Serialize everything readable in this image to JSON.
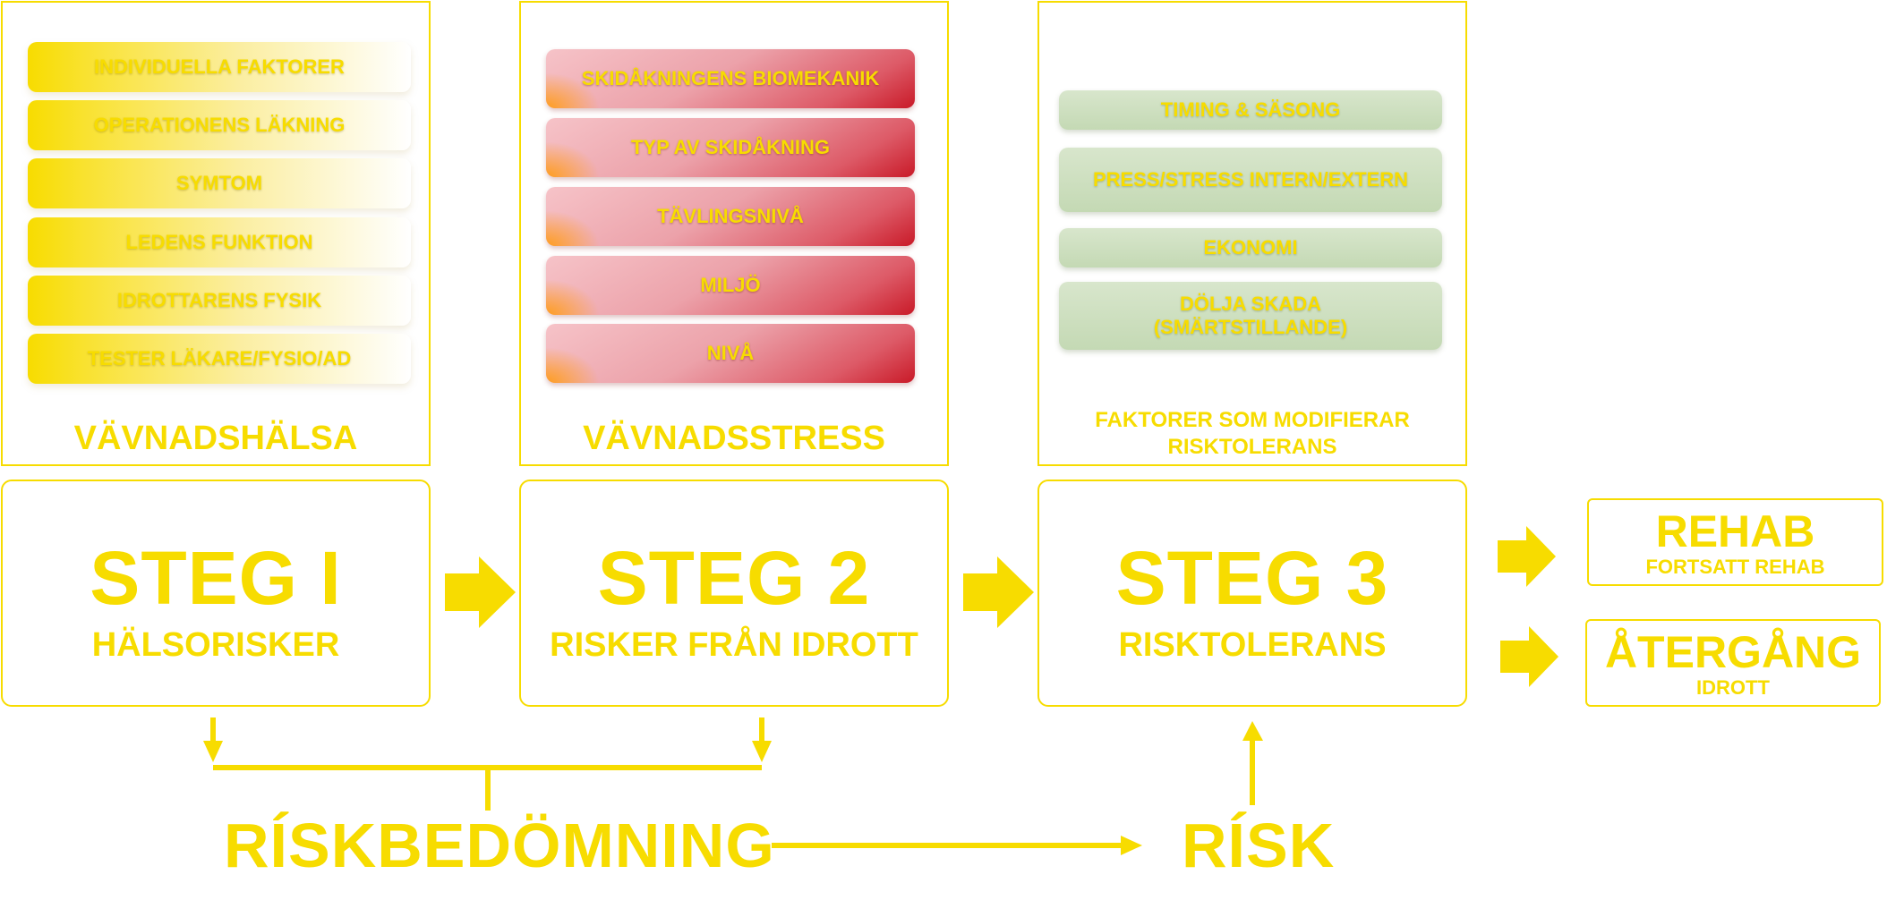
{
  "colors": {
    "accent": "#f7dc00",
    "red_end": "#c91a28",
    "green": "#c4d9b4"
  },
  "panels": {
    "health": {
      "title": "VÄVNADSHÄLSA",
      "items": [
        "INDIVIDUELLA FAKTORER",
        "OPERATIONENS LÄKNING",
        "SYMTOM",
        "LEDENS FUNKTION",
        "IDROTTARENS FYSIK",
        "TESTER LÄKARE/FYSIO/AD"
      ]
    },
    "stress": {
      "title": "VÄVNADSSTRESS",
      "items": [
        "SKIDÅKNINGENS BIOMEKANIK",
        "TYP AV SKIDÅKNING",
        "TÄVLINGSNIVÅ",
        "MILJÖ",
        "NIVÅ"
      ]
    },
    "tolerance": {
      "title_line1": "FAKTORER SOM MODIFIERAR",
      "title_line2": "RISKTOLERANS",
      "items": [
        "TIMING & SÄSONG",
        "PRESS/STRESS INTERN/EXTERN",
        "EKONOMI",
        "DÖLJA SKADA (SMÄRTSTILLANDE)"
      ]
    }
  },
  "steps": [
    {
      "title": "STEG I",
      "subtitle": "HÄLSORISKER"
    },
    {
      "title": "STEG 2",
      "subtitle": "RISKER FRÅN IDROTT"
    },
    {
      "title": "STEG 3",
      "subtitle": "RISKTOLERANS"
    }
  ],
  "outcomes": [
    {
      "title": "REHAB",
      "subtitle": "FORTSATT REHAB"
    },
    {
      "title": "ÅTERGÅNG",
      "subtitle": "IDROTT"
    }
  ],
  "bottom": {
    "assessment": "RÍSKBEDÖMNING",
    "risk": "RÍSK"
  }
}
